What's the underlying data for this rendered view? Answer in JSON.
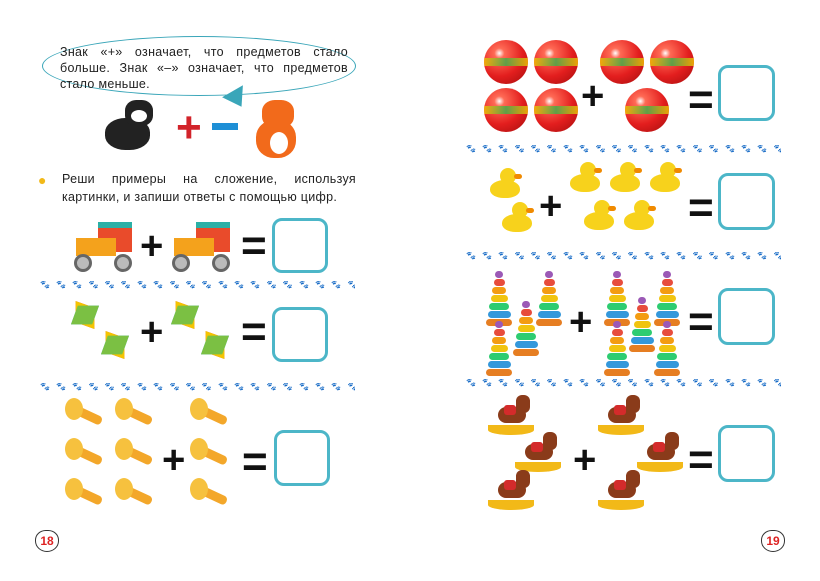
{
  "left_page": {
    "speech_bubble": "Знак «+» означает, что предметов стало больше. Знак «–» означает, что предметов стало меньше.",
    "sign_plus": "+",
    "sign_minus": "–",
    "instruction": "Реши примеры на сложение, используя картинки, и запиши ответы с помощью цифр.",
    "page_number": "18",
    "exercises": [
      {
        "item": "train",
        "left_count": 1,
        "right_count": 1
      },
      {
        "item": "pinwheel",
        "left_count": 2,
        "right_count": 2
      },
      {
        "item": "trumpet",
        "left_count": 6,
        "right_count": 3
      }
    ]
  },
  "right_page": {
    "page_number": "19",
    "exercises": [
      {
        "item": "ball",
        "left_count": 4,
        "right_count": 3
      },
      {
        "item": "duck",
        "left_count": 2,
        "right_count": 5
      },
      {
        "item": "pyramid",
        "left_count": 4,
        "right_count": 5
      },
      {
        "item": "rocking-horse",
        "left_count": 3,
        "right_count": 3
      }
    ]
  },
  "operators": {
    "plus": "+",
    "equals": "="
  },
  "divider_glyphs": "🐾 🐾 🐾 🐾 🐾 🐾 🐾 🐾 🐾 🐾 🐾 🐾 🐾 🐾 🐾 🐾 🐾 🐾 🐾 🐾",
  "colors": {
    "accent": "#4cb6c8",
    "plus_red": "#d2232a",
    "minus_blue": "#1e8fd6",
    "page_number": "#dd2222"
  }
}
